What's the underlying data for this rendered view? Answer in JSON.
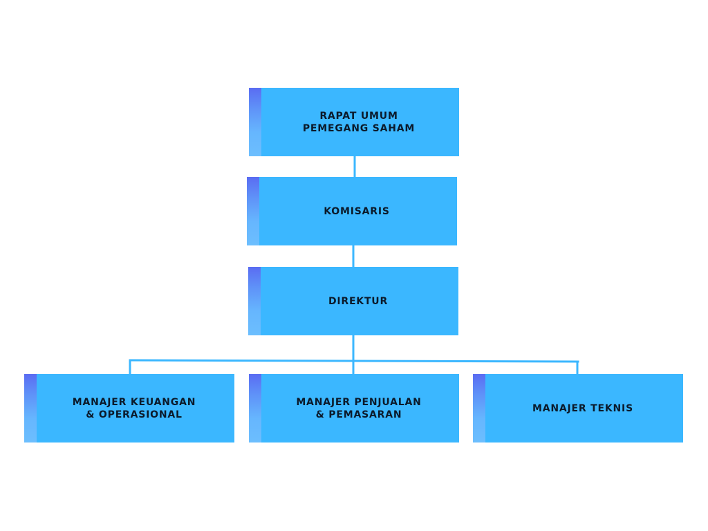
{
  "chart": {
    "nodes": {
      "rups": "RAPAT UMUM\nPEMEGANG SAHAM",
      "komisaris": "KOMISARIS",
      "direktur": "DIREKTUR",
      "keuangan": "MANAJER KEUANGAN\n& OPERASIONAL",
      "penjualan": "MANAJER PENJUALAN\n& PEMASARAN",
      "teknis": "MANAJER TEKNIS"
    }
  },
  "colors": {
    "box_fill": "#3bb7ff",
    "connector": "#3bb7ff",
    "accent_top": "#5a6cf2",
    "accent_bottom": "#6cbefe",
    "label_text": "#0b1a2b"
  }
}
